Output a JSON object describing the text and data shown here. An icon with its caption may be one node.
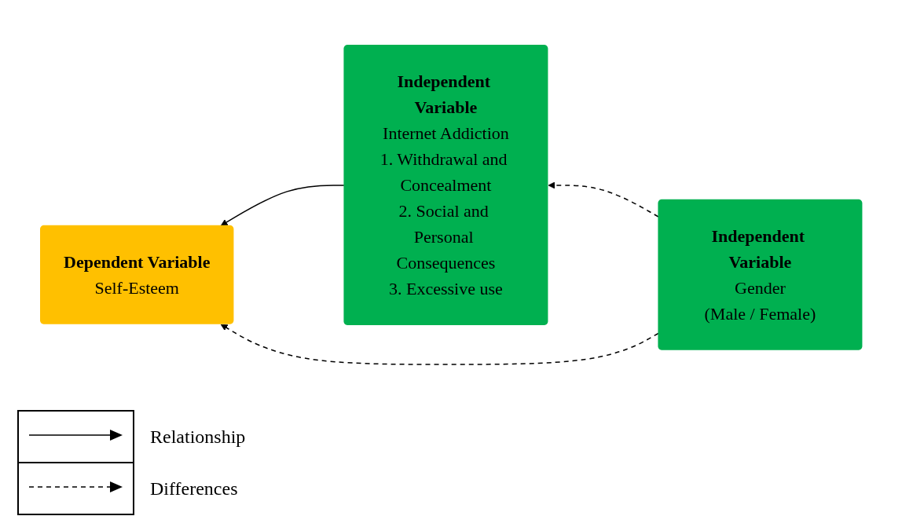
{
  "diagram": {
    "nodes": [
      {
        "text": [
          "Dependent Variable",
          "Self-Esteem"
        ]
      },
      {
        "text": [
          "Independent Variable",
          "Internet Addiction",
          "1. Withdrawal and Concealment",
          "2. Social and Personal Consequences",
          "3. Excessive use"
        ]
      },
      {
        "text": [
          "Independent Variable",
          "Gender",
          "(Male / Female)"
        ]
      }
    ],
    "edges": [
      {
        "from": 1,
        "to": 0,
        "arrow": "to"
      },
      {
        "from": 2,
        "to": 0,
        "arrow": "to",
        "style": "dashed"
      },
      {
        "from": 2,
        "to": 1,
        "arrow": "to",
        "style": "dashed"
      }
    ],
    "legend": [
      {
        "text": "Relationship"
      },
      {
        "text": "Differences"
      }
    ]
  }
}
